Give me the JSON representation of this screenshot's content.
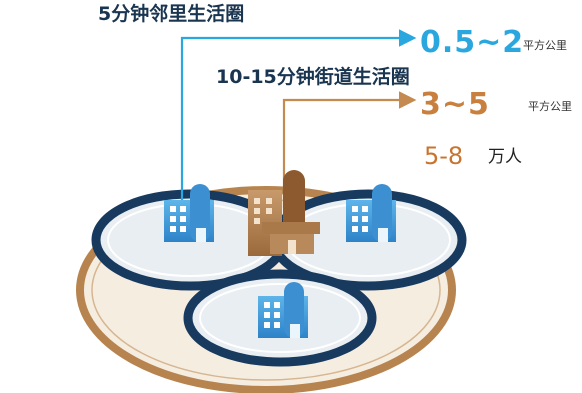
{
  "labels": {
    "title_5min": "5分钟邻里生活圈",
    "title_10_15min": "10-15分钟街道生活圈",
    "area_5min_value": "0.5~2",
    "area_5min_unit": "平方公里",
    "area_10_15min_value": "3~5",
    "area_10_15min_unit": "平方公里",
    "population_value": "5-8",
    "population_unit": "万人"
  },
  "colors": {
    "navy": "#1a3550",
    "ring_dark": "#173a5e",
    "outer_gold": "#b7844f",
    "arrow_blue": "#2aa7df",
    "arrow_gold": "#c58a4f",
    "value_blue": "#2aa7df",
    "value_orange": "#c97f3e"
  },
  "icons": [
    "small-building-icon",
    "tower-building-icon"
  ]
}
